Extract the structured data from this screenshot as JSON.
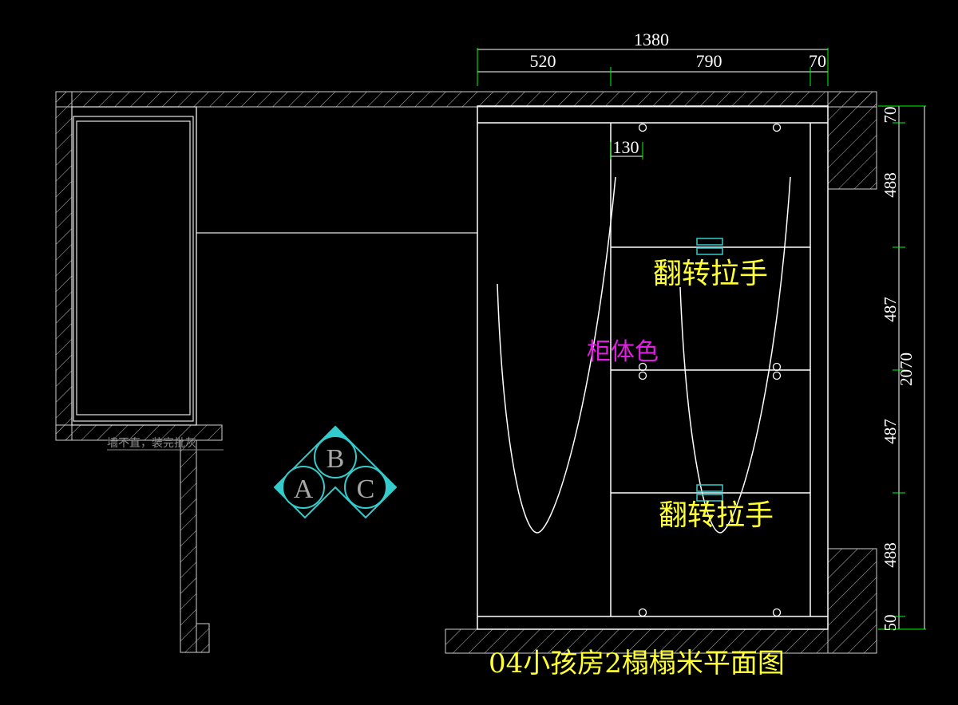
{
  "colors": {
    "background": "#000000",
    "line": "#ffffff",
    "dimension": "#00ff00",
    "label": "#ffff33",
    "material": "#e020e0",
    "symbol": "#33cccc",
    "note": "#8c8c8c"
  },
  "dimensions": {
    "overall_width": "1380",
    "left_width": "520",
    "middle_width": "790",
    "right_width": "70",
    "inner_offset": "130",
    "overall_height": "2070",
    "segments": [
      "70",
      "488",
      "487",
      "487",
      "488",
      "50"
    ]
  },
  "labels": {
    "handle_upper": "翻转拉手",
    "handle_lower": "翻转拉手",
    "cabinet_color": "柜体色",
    "wall_note": "墙不直，装完批灰",
    "title": "04小孩房2榻榻米平面图"
  },
  "symbol": {
    "icon": "abc-grouped-circles-icon",
    "letters": [
      "A",
      "B",
      "C"
    ]
  }
}
